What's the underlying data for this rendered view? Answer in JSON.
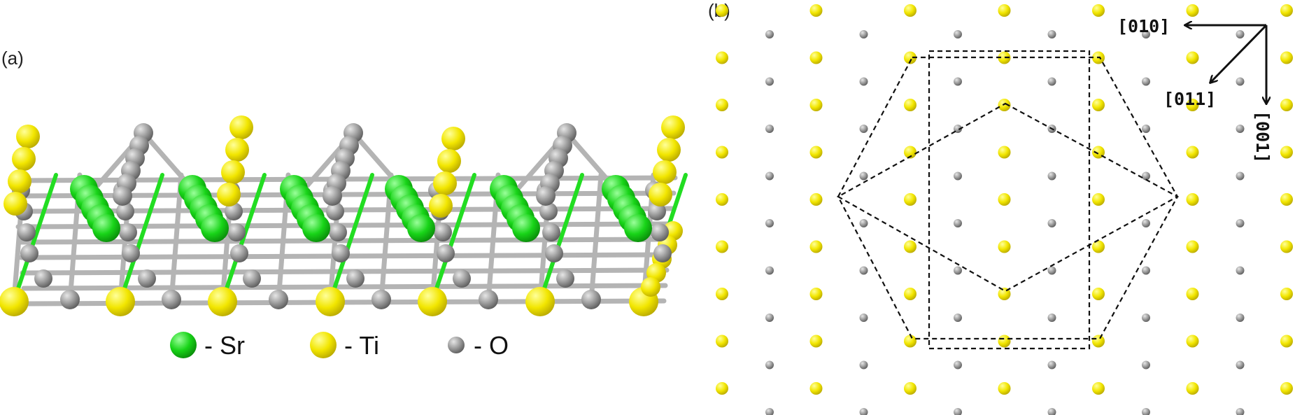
{
  "panels": {
    "a": {
      "label": "(a)"
    },
    "b": {
      "label": "(b)"
    }
  },
  "legend": [
    {
      "element": "Sr",
      "text": "- Sr",
      "color": "#18d418"
    },
    {
      "element": "Ti",
      "text": "- Ti",
      "color": "#f2e600"
    },
    {
      "element": "O",
      "text": "- O",
      "color": "#9a9a9a"
    }
  ],
  "directions": {
    "x": "[010]",
    "diagonal": "[011]",
    "y": "[001]"
  },
  "colors": {
    "sr": "#18d418",
    "ti": "#f2e600",
    "o": "#9a9a9a",
    "bond": "#b4b4b4",
    "outline": "#111111"
  }
}
